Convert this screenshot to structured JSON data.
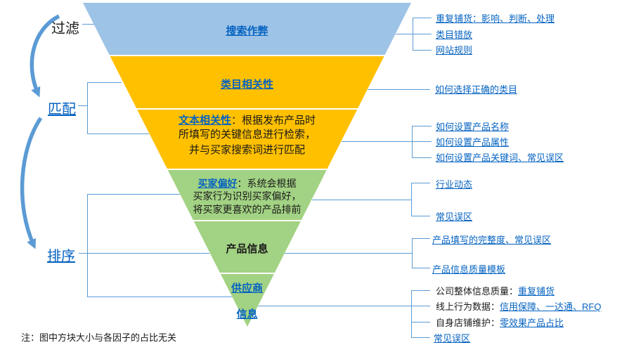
{
  "colors": {
    "blue_band": "#9DC3E6",
    "orange_band": "#FFC000",
    "green_band": "#A2D283",
    "link_blue": "#0563C1",
    "connector_blue": "#5B9BD5"
  },
  "stages": {
    "filter": "过滤",
    "match": "匹配",
    "rank": "排序"
  },
  "funnel": {
    "layers": [
      {
        "label": "搜索作弊"
      },
      {
        "label": "类目相关性"
      },
      {
        "link": "文本相关性",
        "rest": "：根据发布产品时",
        "line2": "所填写的关键信息进行检索，",
        "line3": "并与买家搜索词进行匹配"
      },
      {
        "link": "买家偏好",
        "rest": "：系统会根据",
        "line2": "买家行为识别买家偏好，",
        "line3": "将买家更喜欢的产品排前"
      },
      {
        "label": "产品信息"
      },
      {
        "line1": "供应商",
        "line2": "信息"
      }
    ]
  },
  "right_links": {
    "search_cheating": [
      {
        "prefix": "",
        "link": "重复铺货：影响、判断、处理"
      },
      {
        "prefix": "",
        "link": "类目错放"
      },
      {
        "prefix": "",
        "link": "网站规则"
      }
    ],
    "category_relevance": [
      {
        "prefix": "",
        "link": "如何选择正确的类目"
      }
    ],
    "text_relevance": [
      {
        "prefix": "",
        "link": "如何设置产品名称"
      },
      {
        "prefix": "",
        "link": "如何设置产品属性"
      },
      {
        "prefix": "",
        "link": "如何设置产品关键词、常见误区"
      }
    ],
    "buyer_preference": [
      {
        "prefix": "",
        "link": "行业动态"
      },
      {
        "prefix": "",
        "link": "常见误区"
      }
    ],
    "product_info": [
      {
        "prefix": "",
        "link": "产品填写的完整度、常见误区"
      },
      {
        "prefix": "",
        "link": "产品信息质量模板"
      }
    ],
    "supplier_info": [
      {
        "prefix": "公司整体信息质量：",
        "link": "重复铺货"
      },
      {
        "prefix": "线上行为数据：",
        "link": "信用保障、一达通、RFQ"
      },
      {
        "prefix": "自身店铺维护：",
        "link": "零效果产品占比"
      },
      {
        "prefix": "",
        "link": "常见误区"
      }
    ]
  },
  "note": "注：图中方块大小与各因子的占比无关"
}
